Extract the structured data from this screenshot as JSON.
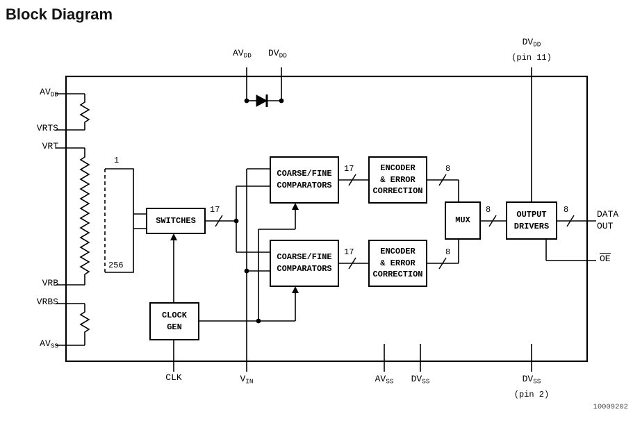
{
  "title": "Block Diagram",
  "doc_number": "10009202",
  "blocks": {
    "switches": "SWITCHES",
    "clock_gen": "CLOCK\nGEN",
    "comparators_top": "COARSE/FINE\nCOMPARATORS",
    "comparators_bottom": "COARSE/FINE\nCOMPARATORS",
    "encoder_top": "ENCODER\n& ERROR\nCORRECTION",
    "encoder_bottom": "ENCODER\n& ERROR\nCORRECTION",
    "mux": "MUX",
    "output_drivers": "OUTPUT\nDRIVERS"
  },
  "pins": {
    "top_avdd": {
      "base": "AV",
      "sub": "DD"
    },
    "top_dvdd": {
      "base": "DV",
      "sub": "DD"
    },
    "top_right_dvdd": {
      "base": "DV",
      "sub": "DD",
      "note": "(pin 11)"
    },
    "left_avdd": {
      "base": "AV",
      "sub": "DD"
    },
    "left_vrts": {
      "base": "VRTS"
    },
    "left_vrt": {
      "base": "VRT"
    },
    "left_vrb": {
      "base": "VRB"
    },
    "left_vrbs": {
      "base": "VRBS"
    },
    "left_avss": {
      "base": "AV",
      "sub": "SS"
    },
    "bottom_clk": {
      "base": "CLK"
    },
    "bottom_vin": {
      "base": "V",
      "sub": "IN"
    },
    "bottom_avss": {
      "base": "AV",
      "sub": "SS"
    },
    "bottom_dvss": {
      "base": "DV",
      "sub": "SS"
    },
    "bottom_right_dvss": {
      "base": "DV",
      "sub": "SS",
      "note": "(pin 2)"
    },
    "data_out": "DATA\nOUT",
    "oe": "OE"
  },
  "bus": {
    "switches_out": "17",
    "comparator_top_out": "17",
    "encoder_top_out": "8",
    "comparator_bottom_out": "17",
    "encoder_bottom_out": "8",
    "mux_out": "8",
    "data_out": "8"
  },
  "ladder": {
    "tap_first": "1",
    "tap_last": "256"
  }
}
